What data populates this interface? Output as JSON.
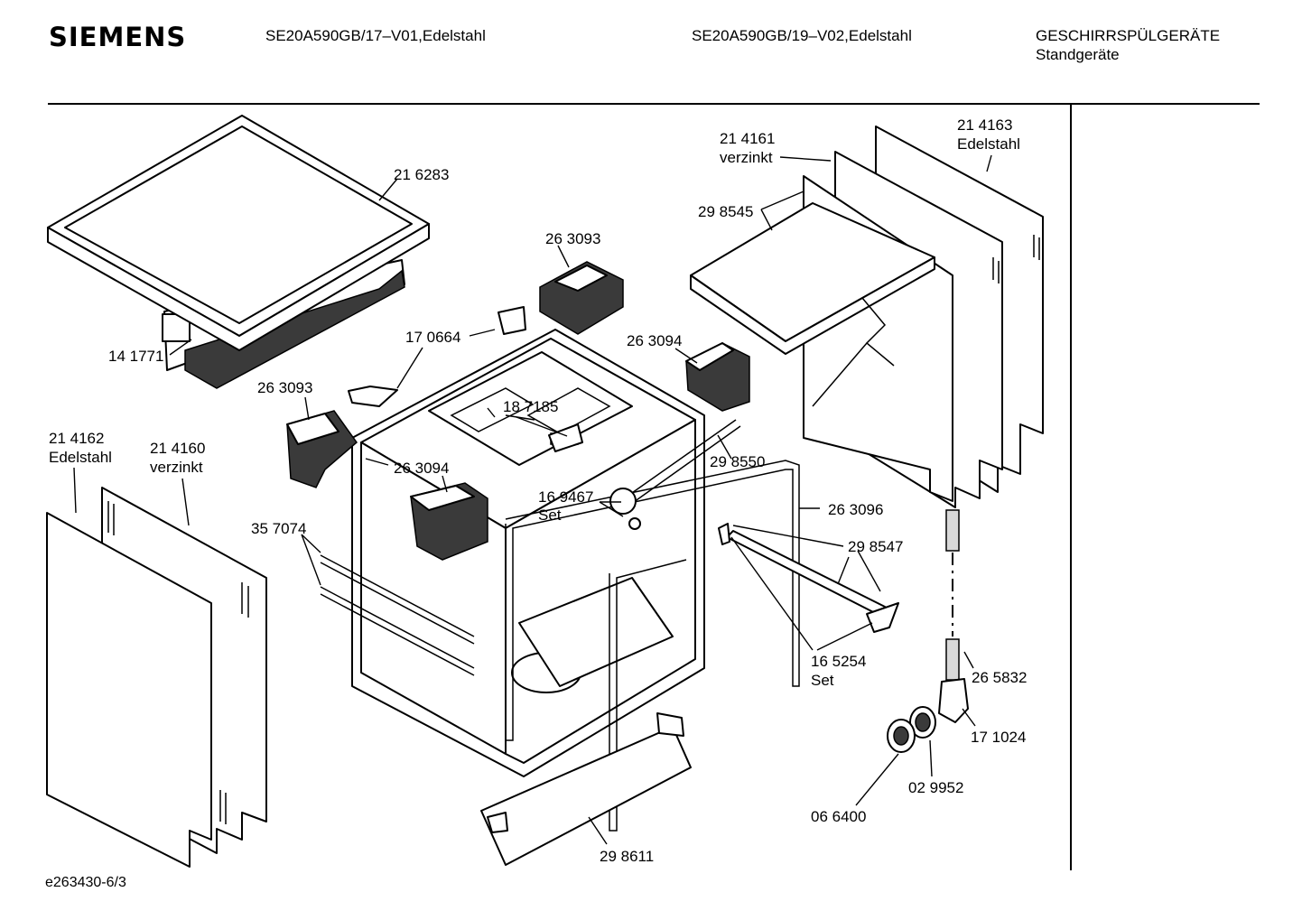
{
  "header": {
    "brand": "SIEMENS",
    "model_1": "SE20A590GB/17–V01,Edelstahl",
    "model_2": "SE20A590GB/19–V02,Edelstahl",
    "category": "GESCHIRRSPÜLGERÄTE",
    "subcategory": "Standgeräte"
  },
  "parts": [
    {
      "number": "21 6283"
    },
    {
      "number": "14 1771"
    },
    {
      "number": "26 3093"
    },
    {
      "number": "17 0664"
    },
    {
      "number": "26 3094"
    },
    {
      "number": "26 3093"
    },
    {
      "number": "18 7185"
    },
    {
      "number": "26 3094"
    },
    {
      "number": "21 4162",
      "note": "Edelstahl"
    },
    {
      "number": "21 4160",
      "note": "verzinkt"
    },
    {
      "number": "16 9467",
      "note": "Set"
    },
    {
      "number": "35 7074"
    },
    {
      "number": "21 4161",
      "note": "verzinkt"
    },
    {
      "number": "21 4163",
      "note": "Edelstahl"
    },
    {
      "number": "29 8545"
    },
    {
      "number": "29 8550"
    },
    {
      "number": "26 3096"
    },
    {
      "number": "29 8547"
    },
    {
      "number": "16 5254",
      "note": "Set"
    },
    {
      "number": "26 5832"
    },
    {
      "number": "17 1024"
    },
    {
      "number": "02 9952"
    },
    {
      "number": "06 6400"
    },
    {
      "number": "29 8611"
    }
  ],
  "footer": {
    "drawing_id": "e263430-6/3"
  }
}
